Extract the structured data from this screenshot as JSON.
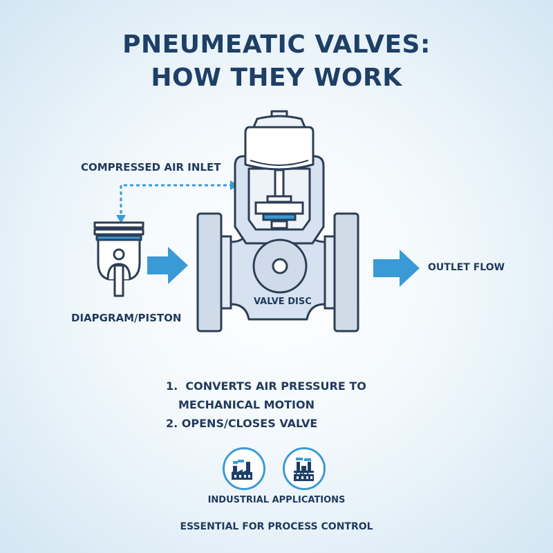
{
  "title": {
    "line1": "PNEUMEATIC VALVES:",
    "line2": "HOW THEY WORK"
  },
  "labels": {
    "compressed_air_inlet": "COMPRESSED AIR INLET",
    "diaphragm_piston": "DIAPGRAM/PISTON",
    "valve_disc": "VALVE DISC",
    "outlet_flow": "OUTLET FLOW"
  },
  "steps": [
    {
      "number": "1.",
      "line1": "CONVERTS AIR PRESSURE TO",
      "line2": "MECHANICAL MOTION"
    },
    {
      "number": "2.",
      "line1": "OPENS/CLOSES VALVE"
    }
  ],
  "icons": [
    "factory-icon",
    "refinery-icon"
  ],
  "applications_label": "INDUSTRIAL APPLICATIONS",
  "footer": "ESSENTIAL FOR PROCESS CONTROL",
  "colors": {
    "title": "#1e3f66",
    "accent_blue": "#3a9ad6",
    "outline": "#2c3e55",
    "body_fill": "#d6e2ef",
    "light_fill": "#eef3f8"
  }
}
